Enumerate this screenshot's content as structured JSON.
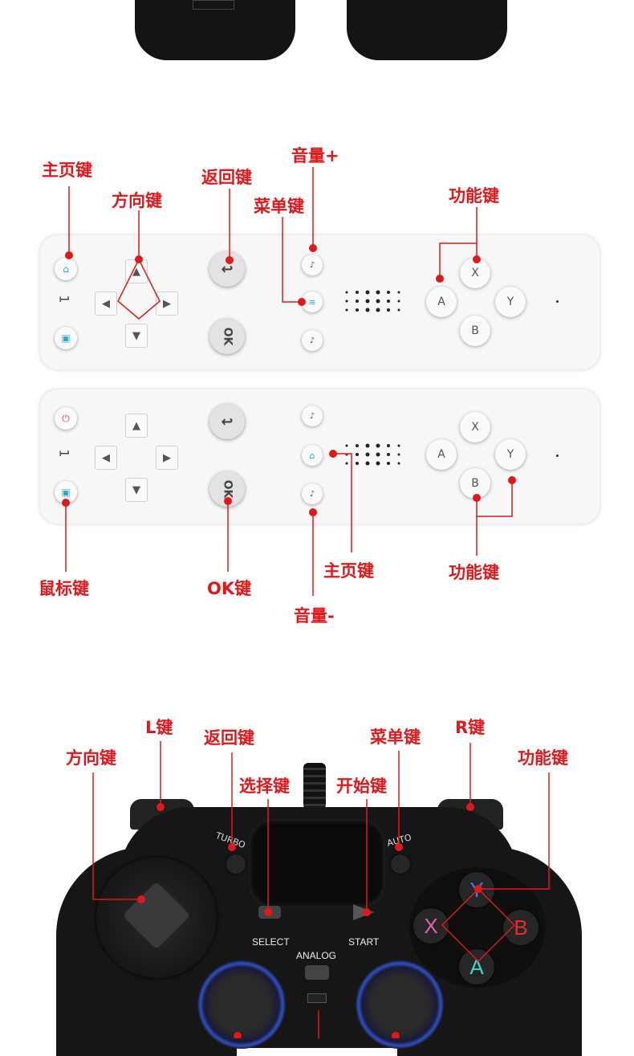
{
  "remote1": {
    "number": "1",
    "labels": {
      "home": "主页键",
      "dpad": "方向键",
      "back": "返回键",
      "volume_up": "音量+",
      "menu": "菜单键",
      "function": "功能键"
    },
    "ok": "OK",
    "face_buttons": [
      "X",
      "A",
      "Y",
      "B"
    ]
  },
  "remote2": {
    "number": "1",
    "labels": {
      "mouse": "鼠标键",
      "ok": "OK键",
      "home": "主页键",
      "function": "功能键",
      "volume_down": "音量-"
    },
    "ok": "OK",
    "face_buttons": [
      "X",
      "A",
      "Y",
      "B"
    ]
  },
  "gamepad": {
    "labels": {
      "l": "L键",
      "back": "返回键",
      "dpad": "方向键",
      "select": "选择键",
      "start": "开始键",
      "menu": "菜单键",
      "r": "R键",
      "function": "功能键"
    },
    "printed": {
      "turbo": "TURBO",
      "auto": "AUTO",
      "select": "SELECT",
      "start": "START",
      "analog": "ANALOG"
    },
    "face_buttons": {
      "y": "Y",
      "x": "X",
      "b": "B",
      "a": "A"
    },
    "colors": {
      "y": "#4a78e8",
      "x": "#e060b0",
      "b": "#e03030",
      "a": "#38d8c8"
    }
  },
  "accent_color": "#e0181b"
}
